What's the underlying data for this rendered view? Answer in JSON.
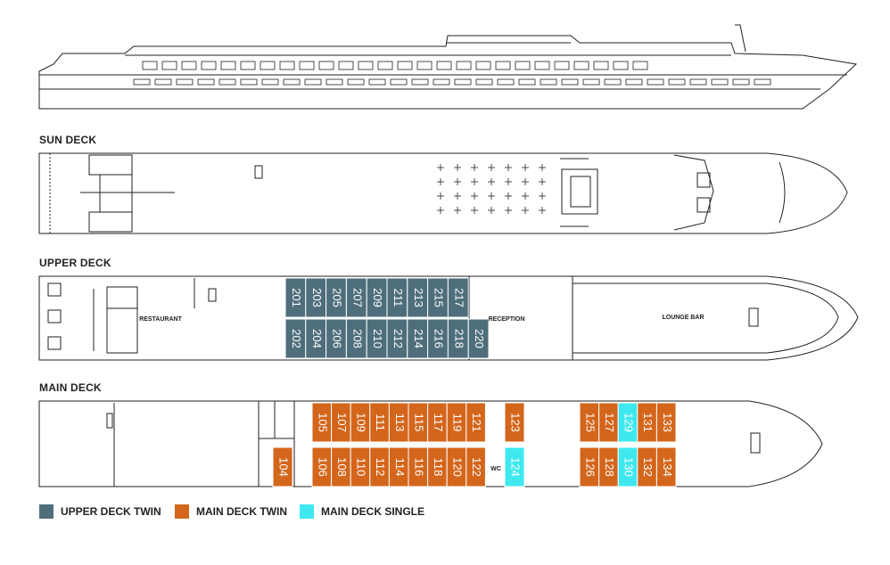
{
  "colors": {
    "upper_twin": "#4f6e7c",
    "main_twin": "#d4661c",
    "main_single": "#3ee8ee",
    "line": "#222222"
  },
  "decks": {
    "sun": "SUN DECK",
    "upper": "UPPER DECK",
    "main": "MAIN DECK"
  },
  "areas": {
    "restaurant": "RESTAURANT",
    "reception": "RECEPTION",
    "lounge": "LOUNGE BAR",
    "wc": "WC"
  },
  "upper_cabins": {
    "top": [
      "201",
      "203",
      "205",
      "207",
      "209",
      "211",
      "213",
      "215",
      "217"
    ],
    "bottom": [
      "202",
      "204",
      "206",
      "208",
      "210",
      "212",
      "214",
      "216",
      "218",
      "220"
    ]
  },
  "main_cabins": {
    "top_block": [
      "105",
      "107",
      "109",
      "111",
      "113",
      "115",
      "117",
      "119",
      "121"
    ],
    "bottom_block": [
      "106",
      "108",
      "110",
      "112",
      "114",
      "116",
      "118",
      "120",
      "122"
    ],
    "c104": "104",
    "c123": "123",
    "c124": "124",
    "fwd_top": [
      "125",
      "127",
      "129",
      "131",
      "133"
    ],
    "fwd_bottom": [
      "126",
      "128",
      "130",
      "132",
      "134"
    ],
    "single": [
      "124",
      "129",
      "130"
    ]
  },
  "legend": [
    {
      "label": "UPPER DECK TWIN",
      "color": "#4f6e7c"
    },
    {
      "label": "MAIN DECK TWIN",
      "color": "#d4661c"
    },
    {
      "label": "MAIN DECK SINGLE",
      "color": "#3ee8ee"
    }
  ]
}
